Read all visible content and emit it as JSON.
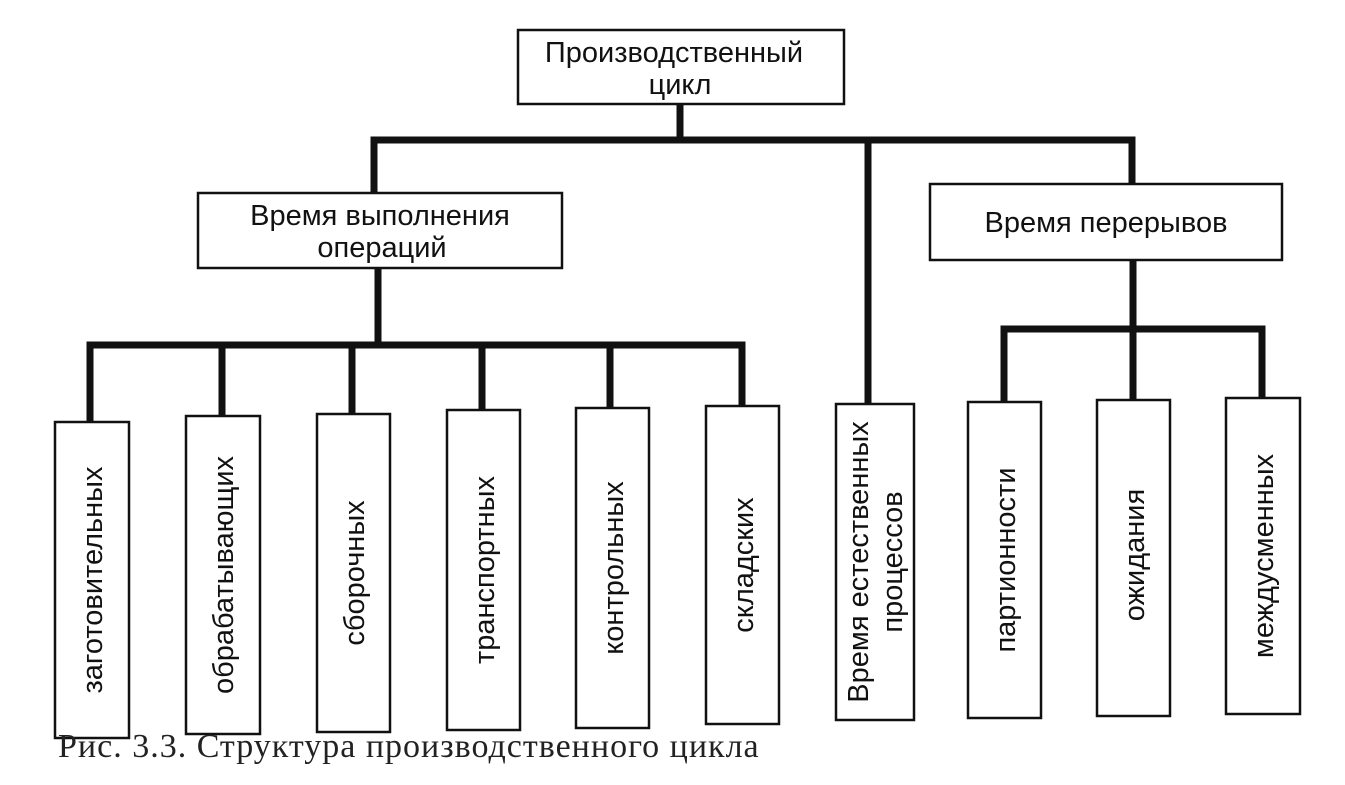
{
  "diagram": {
    "root": {
      "line1": "Производственный",
      "line2": "цикл"
    },
    "operations": {
      "line1": "Время выполнения",
      "line2": "операций"
    },
    "breaks": {
      "label": "Время перерывов"
    },
    "operation_types": [
      "заготовительных",
      "обрабатывающих",
      "сборочных",
      "транспортных",
      "контрольных",
      "складских"
    ],
    "natural": {
      "line1": "Время естественных",
      "line2": "процессов"
    },
    "break_types": [
      "партионности",
      "ожидания",
      "междусменных"
    ]
  },
  "caption": "Рис. 3.3. Структура производственного цикла"
}
